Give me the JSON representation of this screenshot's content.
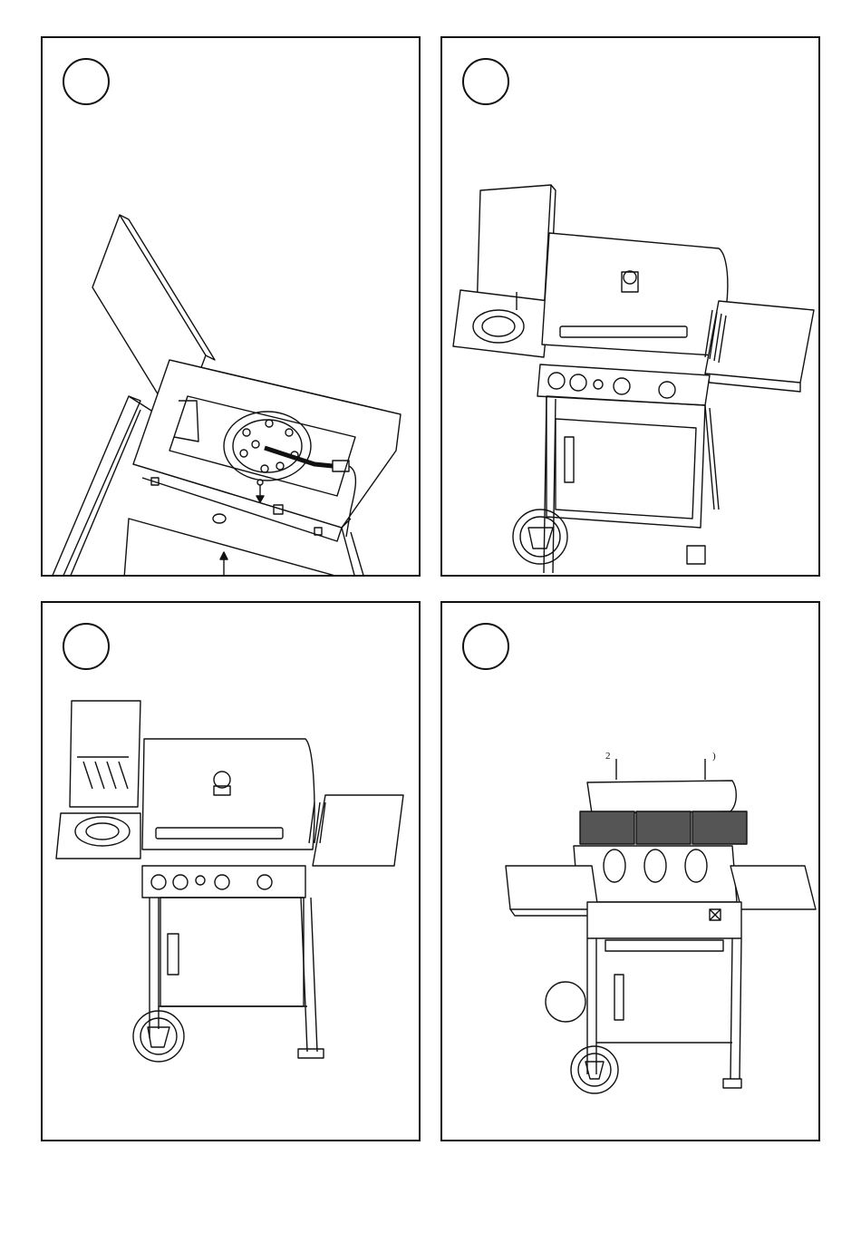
{
  "panels": [
    {
      "id": "panel-1",
      "step": ""
    },
    {
      "id": "panel-2",
      "step": ""
    },
    {
      "id": "panel-3",
      "step": ""
    },
    {
      "id": "panel-4",
      "step": ""
    }
  ],
  "panel4": {
    "callout_left": "2",
    "callout_right": ")"
  }
}
